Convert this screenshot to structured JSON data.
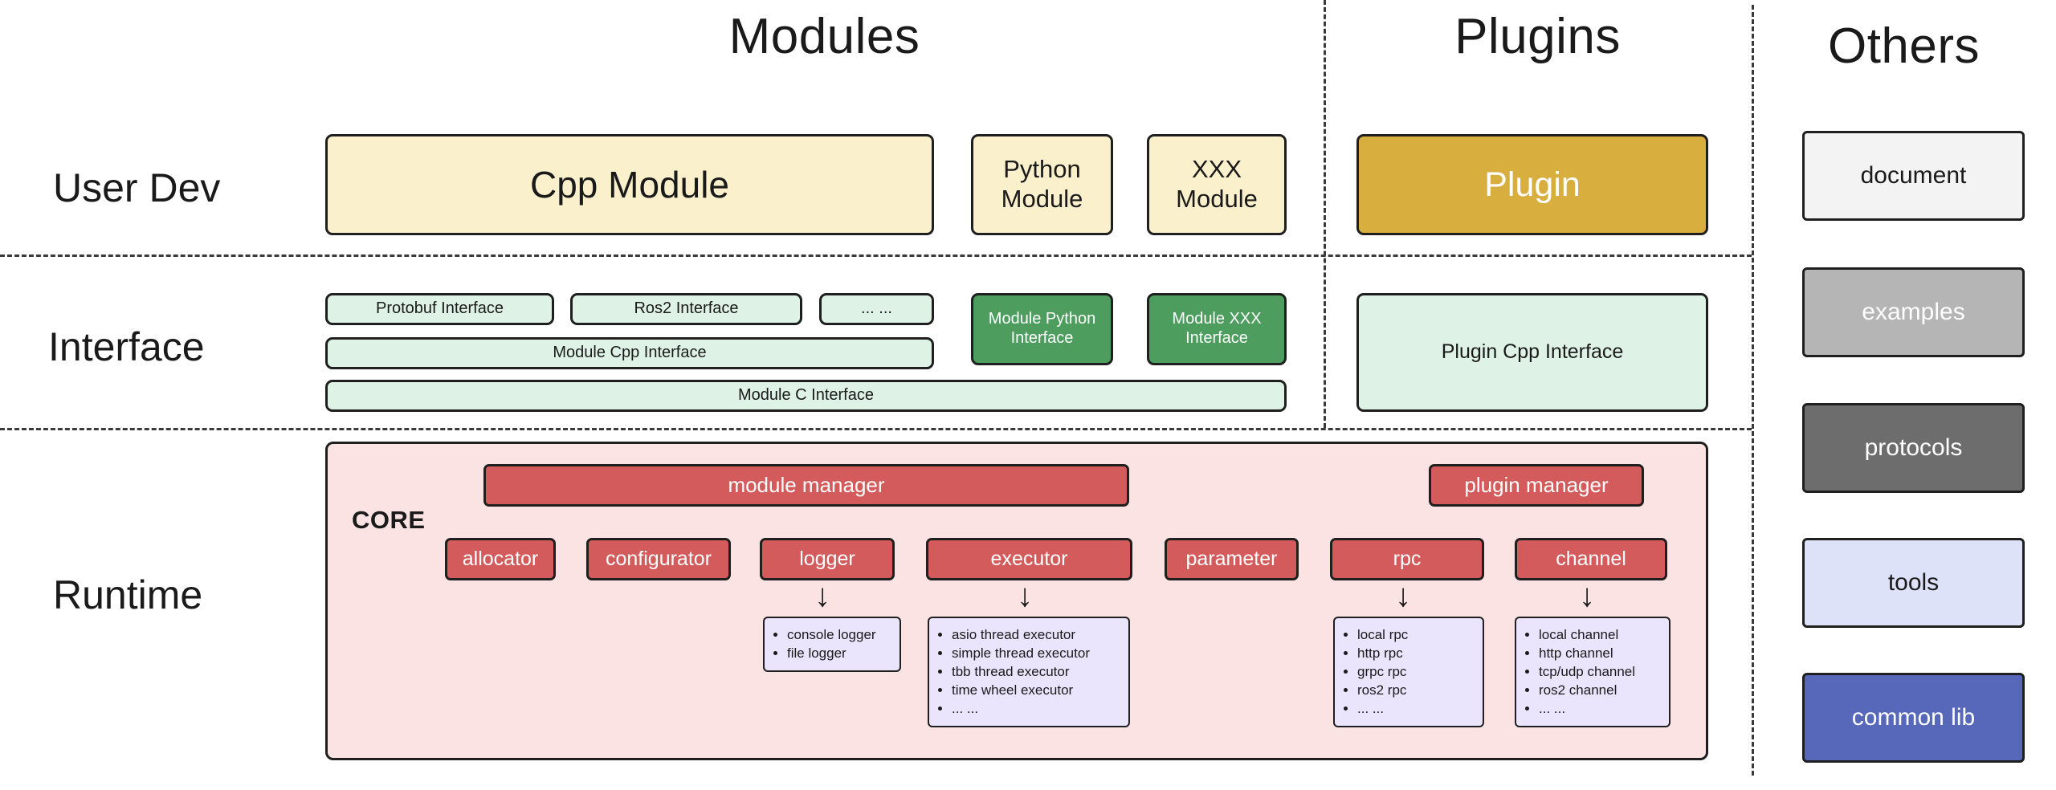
{
  "headers": {
    "modules": "Modules",
    "plugins": "Plugins",
    "others": "Others"
  },
  "row_labels": {
    "user_dev": "User Dev",
    "interface": "Interface",
    "runtime": "Runtime"
  },
  "user_dev": {
    "cpp_module": "Cpp Module",
    "python_module": "Python Module",
    "xxx_module": "XXX Module",
    "plugin": "Plugin"
  },
  "interface": {
    "protobuf_interface": "Protobuf Interface",
    "ros2_interface": "Ros2 Interface",
    "ellipsis": "... ...",
    "module_python_interface": "Module Python Interface",
    "module_xxx_interface": "Module XXX Interface",
    "module_cpp_interface": "Module Cpp Interface",
    "module_c_interface": "Module C Interface",
    "plugin_cpp_interface": "Plugin Cpp Interface"
  },
  "runtime": {
    "core_label": "CORE",
    "module_manager": "module manager",
    "plugin_manager": "plugin manager",
    "components": [
      "allocator",
      "configurator",
      "logger",
      "executor",
      "parameter",
      "rpc",
      "channel"
    ],
    "down_arrow": "↓",
    "logger_items": [
      "console logger",
      "file logger"
    ],
    "executor_items": [
      "asio thread executor",
      "simple thread executor",
      "tbb thread executor",
      "time wheel executor",
      "... ..."
    ],
    "rpc_items": [
      "local rpc",
      "http rpc",
      "grpc rpc",
      "ros2 rpc",
      "... ..."
    ],
    "channel_items": [
      "local channel",
      "http channel",
      "tcp/udp channel",
      "ros2 channel",
      "... ..."
    ]
  },
  "others": {
    "document": "document",
    "examples": "examples",
    "protocols": "protocols",
    "tools": "tools",
    "common_lib": "common lib"
  },
  "colors": {
    "module_yellow": "#faf0cb",
    "plugin_gold": "#d8ae3e",
    "interface_light_green": "#def3e5",
    "interface_dark_green": "#4d9e5e",
    "runtime_pink": "#fce3e3",
    "component_red": "#d45b5b",
    "detail_lavender": "#eae4fc",
    "others_document_gray": "#f3f3f3",
    "others_examples_gray": "#b5b5b5",
    "others_protocols_gray": "#6d6d6d",
    "others_tools_lavender": "#dde2f8",
    "others_common_lib_indigo": "#5767b9",
    "border_dark": "#1f1f1f"
  }
}
